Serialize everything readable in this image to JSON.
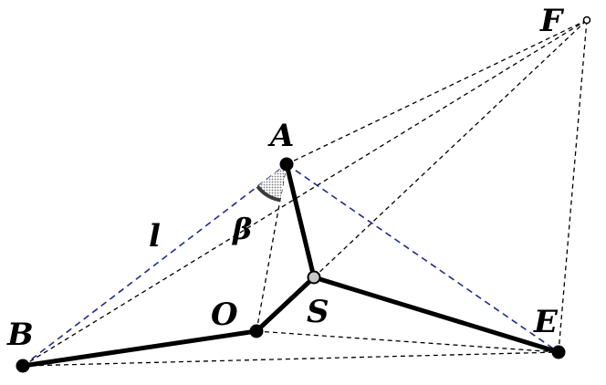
{
  "labels": {
    "A": "A",
    "B": "B",
    "E": "E",
    "F": "F",
    "O": "O",
    "S": "S",
    "l": "l",
    "beta": "β"
  },
  "colors": {
    "ink": "#000000",
    "dashed_blue": "#1f2a8f",
    "point_S_fill": "#c8c8c8",
    "angle_shade": "#9a9a9a"
  }
}
